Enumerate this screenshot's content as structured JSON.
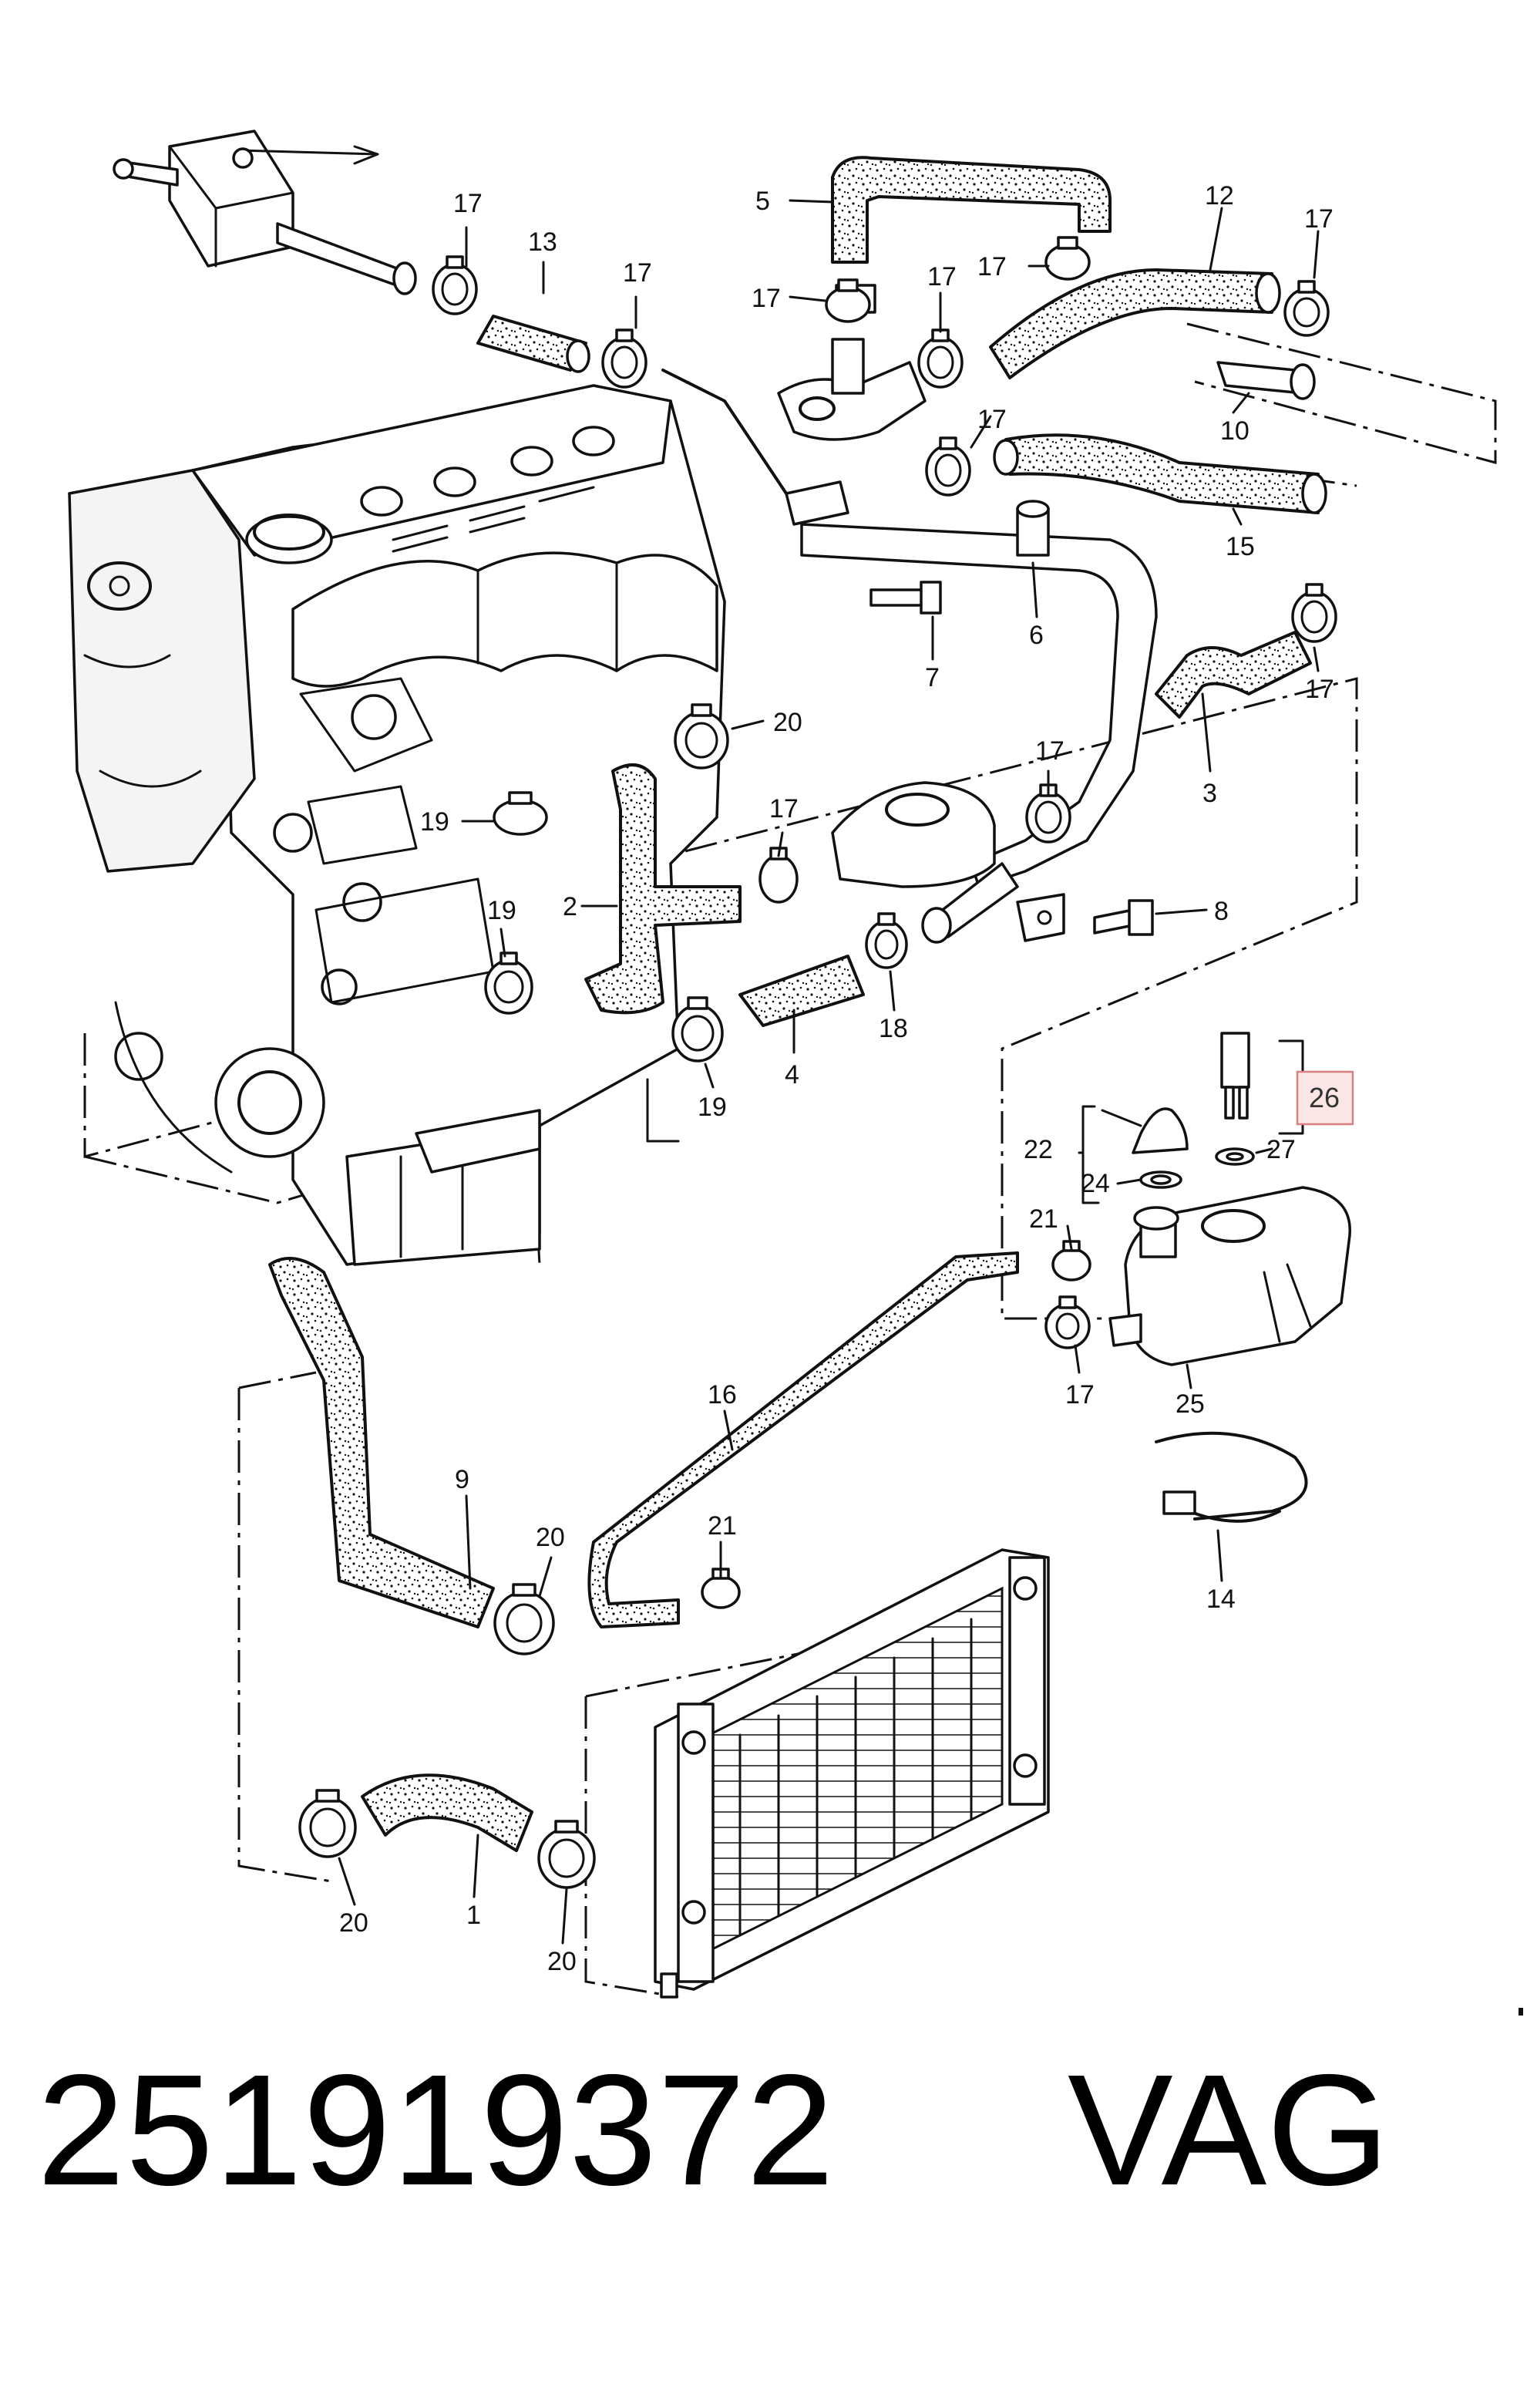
{
  "title": {
    "part_number": "251919372",
    "brand": "VAG"
  },
  "callouts": {
    "c17a": "17",
    "c13": "13",
    "c17b": "17",
    "c5": "5",
    "c17c": "17",
    "c17d": "17",
    "c17e": "17",
    "c12": "12",
    "c17f": "17",
    "c10": "10",
    "c17g": "17",
    "c15": "15",
    "c7": "7",
    "c6": "6",
    "c17h": "17",
    "c20a": "20",
    "c3": "3",
    "c19a": "19",
    "c17i": "17",
    "c17j": "17",
    "c2": "2",
    "c8": "8",
    "c19b": "19",
    "c18": "18",
    "c4": "4",
    "c19c": "19",
    "c26": "26",
    "c22": "22",
    "c27": "27",
    "c24": "24",
    "c21a": "21",
    "c17k": "17",
    "c25": "25",
    "c16": "16",
    "c9": "9",
    "c20b": "20",
    "c21b": "21",
    "c14": "14",
    "c20c": "20",
    "c1": "1",
    "c20d": "20"
  },
  "highlight_color": "#d88080"
}
